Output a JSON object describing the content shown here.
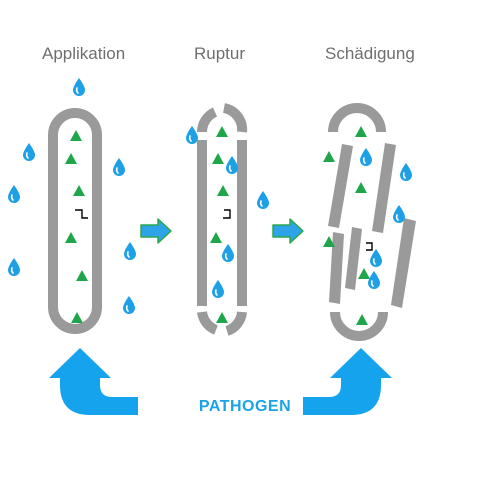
{
  "stages": [
    {
      "label": "Applikation"
    },
    {
      "label": "Ruptur"
    },
    {
      "label": "Schädigung"
    }
  ],
  "center_label": "PATHOGEN",
  "colors": {
    "tube": "#9a9a9a",
    "drop": "#1ea0e6",
    "triangle": "#1fa64a",
    "arrow_small": "#2ea3e8",
    "arrow_small_border": "#2aa84a",
    "arrow_big": "#14a3ec",
    "label": "#6f6f6f",
    "pathogen": "#1aa3e8"
  },
  "icons": [
    "water-drop-icon",
    "green-triangle-icon",
    "dna-break-icon",
    "arrow-right-icon",
    "curved-arrow-icon"
  ]
}
